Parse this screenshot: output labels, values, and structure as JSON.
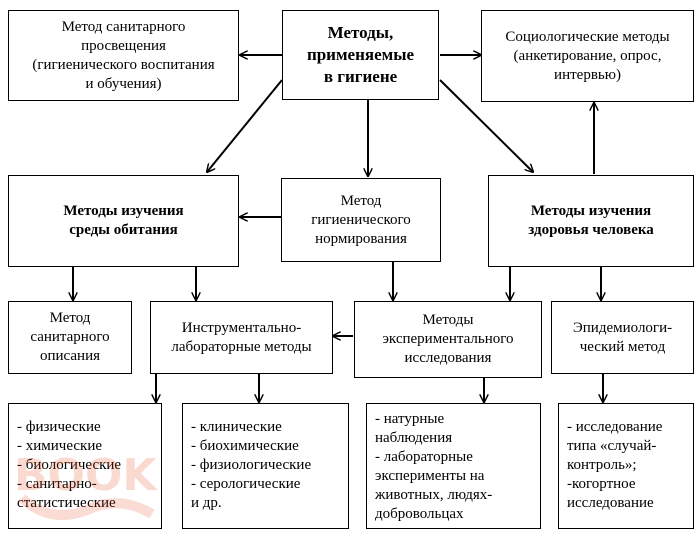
{
  "boxes": {
    "center": [
      "Методы,",
      "применяемые",
      "в гигиене"
    ],
    "sanitary_education": [
      "Метод санитарного",
      "просвещения",
      "(гигиенического воспитания",
      "и обучения)"
    ],
    "sociological": [
      "Социологические методы",
      "(анкетирование, опрос,",
      "интервью)"
    ],
    "environment_study": [
      "Методы изучения",
      "среды обитания"
    ],
    "hygienic_norming": [
      "Метод",
      "гигиенического",
      "нормирования"
    ],
    "health_study": [
      "Методы изучения",
      "здоровья человека"
    ],
    "sanitary_description": [
      "Метод",
      "санитарного",
      "описания"
    ],
    "instrumental_lab": [
      "Инструментально-",
      "лабораторные методы"
    ],
    "experimental": [
      "Методы",
      "экспериментального",
      "исследования"
    ],
    "epidemiological": [
      "Эпидемиологи-",
      "ческий метод"
    ],
    "physical_list": [
      "- физические",
      "- химические",
      "- биологические",
      "- санитарно-",
      "статистические"
    ],
    "clinical_list": [
      "- клинические",
      "- биохимические",
      "- физиологические",
      "- серологические",
      "и др."
    ],
    "field_list": [
      "- натурные",
      "наблюдения",
      "- лабораторные",
      "эксперименты на",
      "животных, людях-",
      "добровольцах"
    ],
    "casecontrol_list": [
      "- исследование",
      "типа «случай-",
      "контроль»;",
      "-когортное",
      "исследование"
    ]
  },
  "watermark": "BOOK"
}
